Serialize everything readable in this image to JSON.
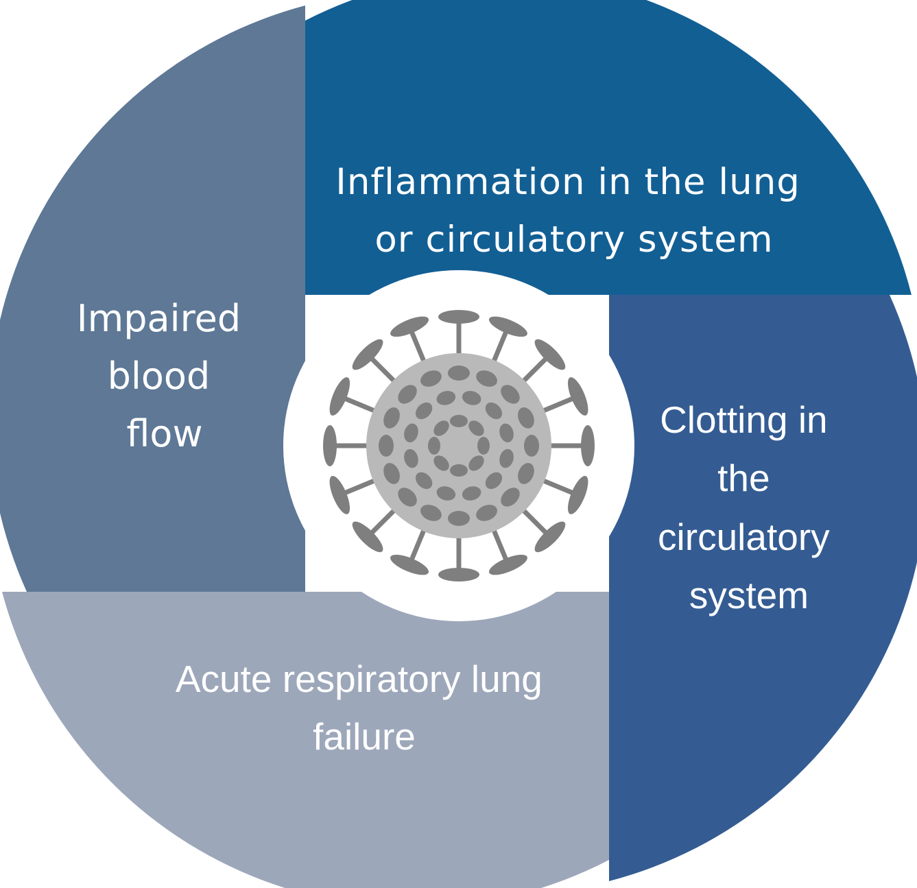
{
  "segments": {
    "inflammation": {
      "lines": [
        "Inflammation in the lung",
        "or circulatory system"
      ],
      "color": "#125f94"
    },
    "clotting": {
      "lines": [
        "Clotting in",
        "the",
        "circulatory",
        "system"
      ],
      "color": "#345c92"
    },
    "respiratory": {
      "lines": [
        "Acute respiratory lung",
        "failure"
      ],
      "color": "#9da7ba"
    },
    "blood_flow": {
      "lines": [
        "Impaired",
        "blood",
        "flow"
      ],
      "color": "#5e7896"
    }
  },
  "center": {
    "icon": "coronavirus-icon",
    "background": "#ffffff",
    "body_color": "#b9b9b9",
    "feature_color": "#7f7f7f"
  }
}
